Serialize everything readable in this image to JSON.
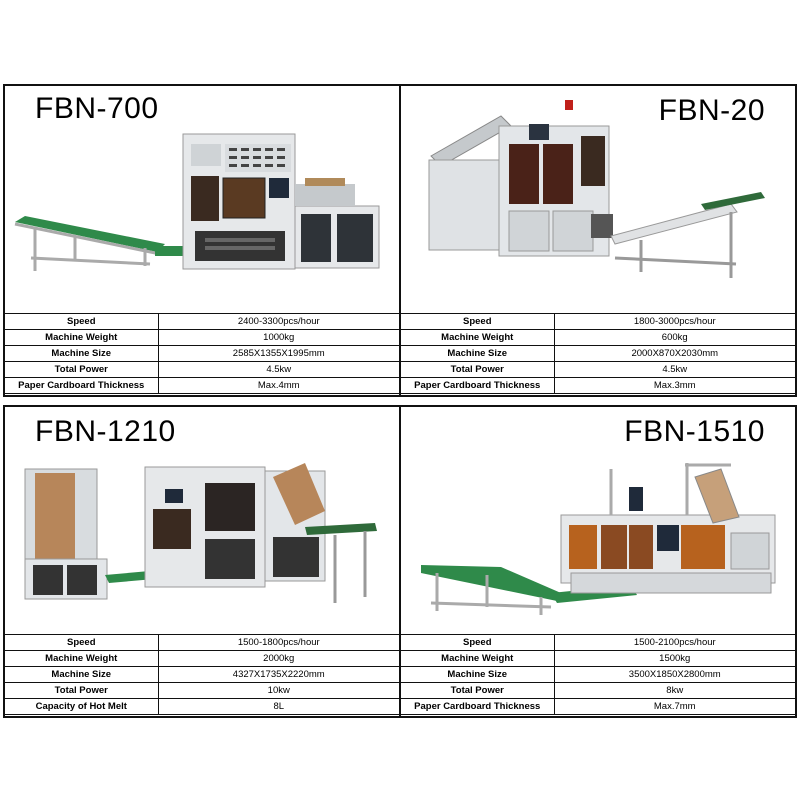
{
  "panels": [
    {
      "model": "FBN-700",
      "specs": [
        {
          "label": "Speed",
          "value": "2400-3300pcs/hour"
        },
        {
          "label": "Machine Weight",
          "value": "1000kg"
        },
        {
          "label": "Machine Size",
          "value": "2585X1355X1995mm"
        },
        {
          "label": "Total Power",
          "value": "4.5kw"
        },
        {
          "label": "Paper Cardboard Thickness",
          "value": "Max.4mm"
        }
      ]
    },
    {
      "model": "FBN-20",
      "specs": [
        {
          "label": "Speed",
          "value": "1800-3000pcs/hour"
        },
        {
          "label": "Machine Weight",
          "value": "600kg"
        },
        {
          "label": "Machine Size",
          "value": "2000X870X2030mm"
        },
        {
          "label": "Total Power",
          "value": "4.5kw"
        },
        {
          "label": "Paper Cardboard Thickness",
          "value": "Max.3mm"
        }
      ]
    },
    {
      "model": "FBN-1210",
      "specs": [
        {
          "label": "Speed",
          "value": "1500-1800pcs/hour"
        },
        {
          "label": "Machine Weight",
          "value": "2000kg"
        },
        {
          "label": "Machine Size",
          "value": "4327X1735X2220mm"
        },
        {
          "label": "Total Power",
          "value": "10kw"
        },
        {
          "label": "Capacity of Hot Melt",
          "value": "8L"
        }
      ]
    },
    {
      "model": "FBN-1510",
      "specs": [
        {
          "label": "Speed",
          "value": "1500-2100pcs/hour"
        },
        {
          "label": "Machine Weight",
          "value": "1500kg"
        },
        {
          "label": "Machine Size",
          "value": "3500X1850X2800mm"
        },
        {
          "label": "Total Power",
          "value": "8kw"
        },
        {
          "label": "Paper Cardboard Thickness",
          "value": "Max.7mm"
        }
      ]
    }
  ]
}
